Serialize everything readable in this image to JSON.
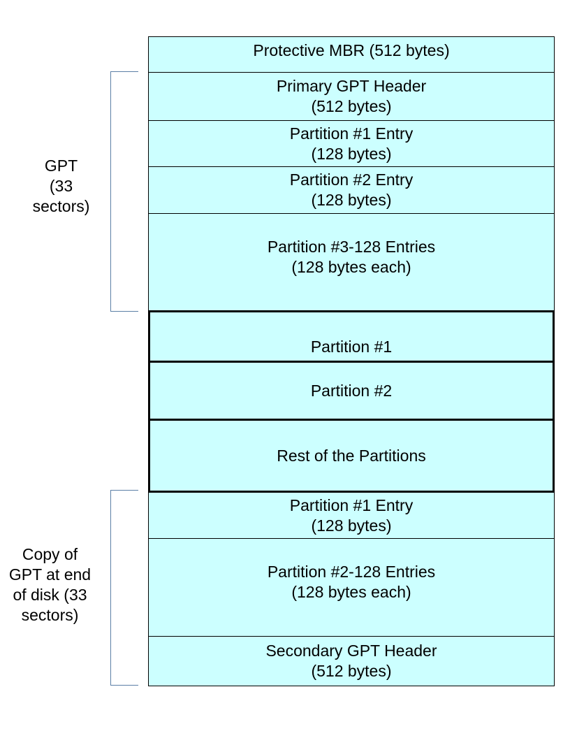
{
  "sections": {
    "gpt_label": "GPT\n(33\nsectors)",
    "copy_label": "Copy of\nGPT at end\nof disk (33\nsectors)"
  },
  "blocks": [
    {
      "label": "Protective MBR (512 bytes)"
    },
    {
      "label": "Primary GPT Header\n(512 bytes)"
    },
    {
      "label": "Partition #1 Entry\n(128 bytes)"
    },
    {
      "label": "Partition #2 Entry\n(128 bytes)"
    },
    {
      "label": "Partition #3-128 Entries\n(128 bytes each)"
    },
    {
      "label": "Partition #1"
    },
    {
      "label": "Partition #2"
    },
    {
      "label": "Rest of the Partitions"
    },
    {
      "label": "Partition #1 Entry\n(128 bytes)"
    },
    {
      "label": "Partition #2-128 Entries\n(128 bytes each)"
    },
    {
      "label": "Secondary GPT Header\n(512 bytes)"
    }
  ],
  "colors": {
    "block_fill": "#ccffff",
    "brace": "#5b7fa6"
  }
}
